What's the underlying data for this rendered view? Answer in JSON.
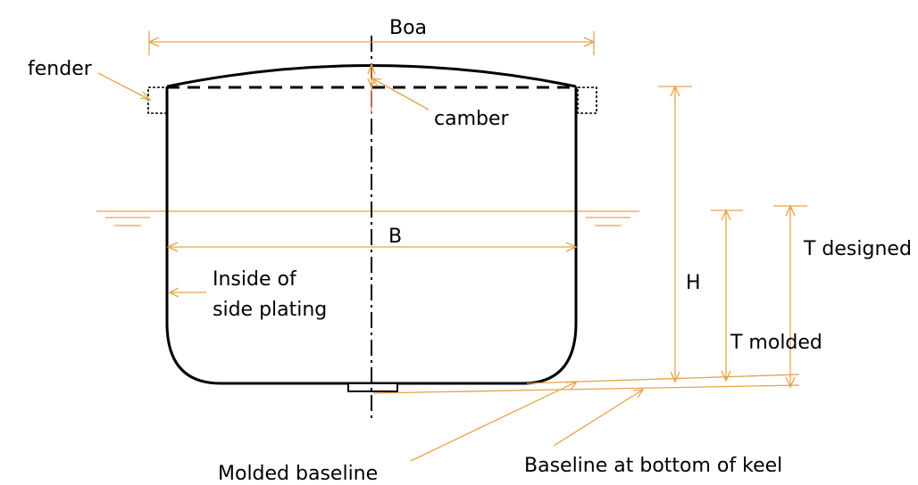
{
  "labels": {
    "boa": "Boa",
    "fender": "fender",
    "camber": "camber",
    "b": "B",
    "inside_side_plating_1": "Inside of",
    "inside_side_plating_2": "side plating",
    "h": "H",
    "t_designed": "T designed",
    "t_molded": "T molded",
    "molded_baseline": "Molded baseline",
    "baseline_keel": "Baseline at bottom of keel"
  },
  "colors": {
    "annotation": "#e6a24a",
    "hull": "#000000"
  }
}
